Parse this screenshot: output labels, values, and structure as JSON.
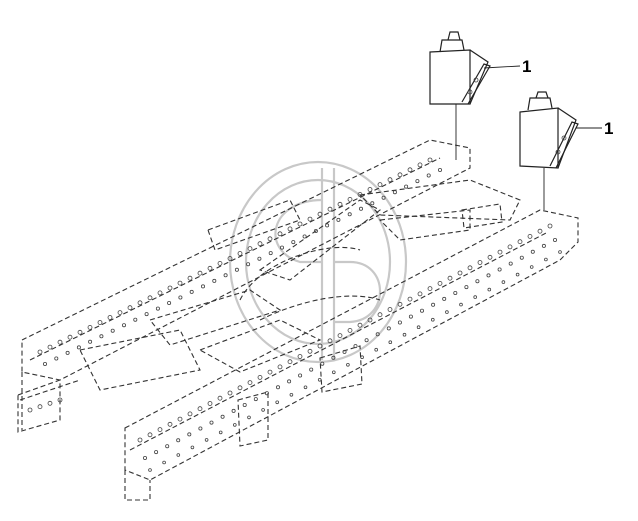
{
  "callouts": [
    {
      "label": "1"
    },
    {
      "label": "1"
    }
  ],
  "colors": {
    "line": "#222222",
    "watermark": "#c8c8c8",
    "background": "#ffffff"
  },
  "icons": [
    "watermark-logo"
  ]
}
